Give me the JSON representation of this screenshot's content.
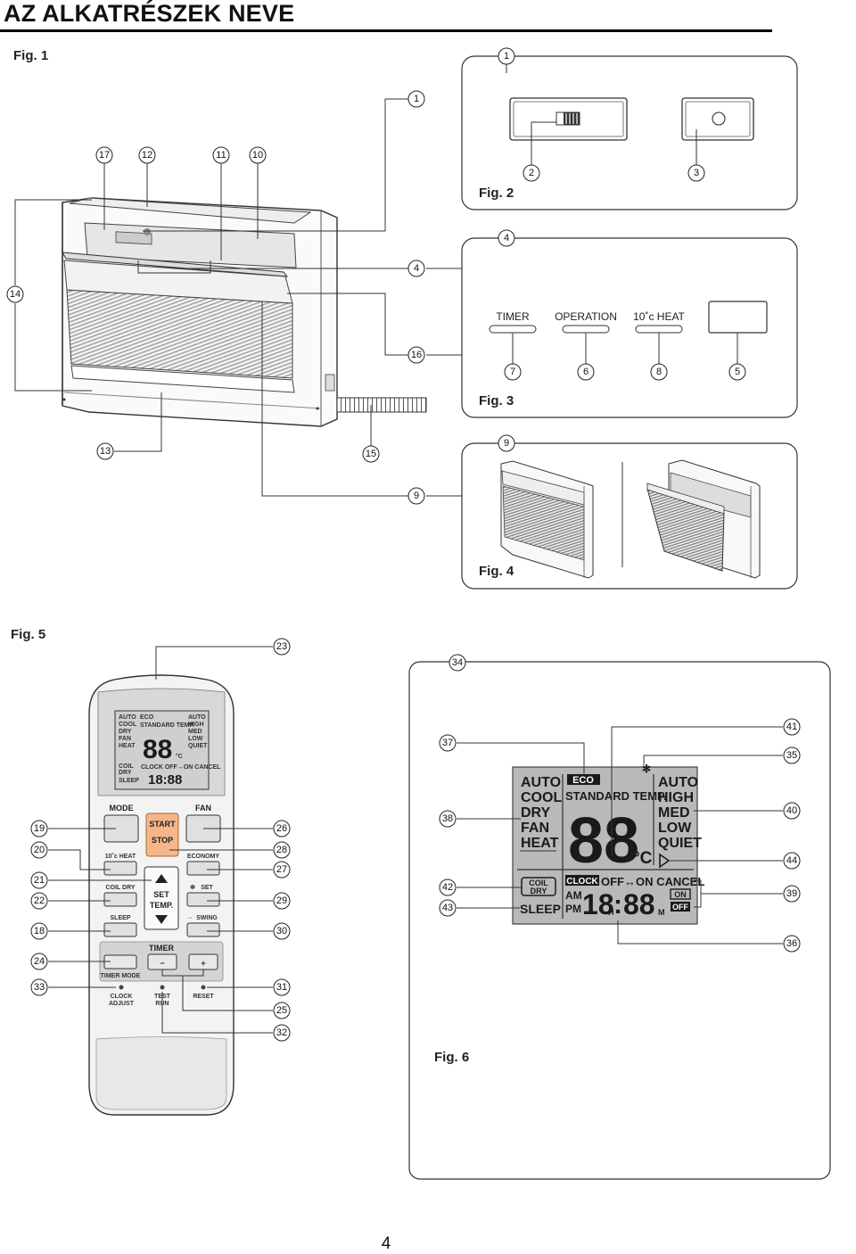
{
  "page": {
    "title": "AZ ALKATRÉSZEK NEVE",
    "number": "4"
  },
  "figures": {
    "fig1": "Fig. 1",
    "fig2": "Fig. 2",
    "fig3": "Fig. 3",
    "fig4": "Fig. 4",
    "fig5": "Fig. 5",
    "fig6": "Fig. 6"
  },
  "panel_buttons": {
    "timer": "TIMER",
    "operation": "OPERATION",
    "heat10": "10˚c HEAT"
  },
  "remote": {
    "buttons": {
      "mode": "MODE",
      "fan": "FAN",
      "start": "START",
      "stop": "STOP",
      "heat10": "10˚c HEAT",
      "economy": "ECONOMY",
      "coil_dry": "COIL DRY",
      "set": "SET",
      "set_temp_1": "SET",
      "set_temp_2": "TEMP.",
      "sleep": "SLEEP",
      "swing": "SWING",
      "timer": "TIMER",
      "timer_mode": "TIMER MODE",
      "minus": "−",
      "plus": "+",
      "clock_adjust_1": "CLOCK",
      "clock_adjust_2": "ADJUST",
      "test_run_1": "TEST",
      "test_run_2": "RUN",
      "reset": "RESET"
    }
  },
  "lcd": {
    "modes": [
      "AUTO",
      "COOL",
      "DRY",
      "FAN",
      "HEAT"
    ],
    "fan_speeds": [
      "AUTO",
      "HIGH",
      "MED",
      "LOW",
      "QUIET"
    ],
    "eco": "ECO",
    "standard_temp": "STANDARD TEMP.",
    "temp_digits": "88",
    "celsius": "°C",
    "coil_1": "COIL",
    "coil_2": "DRY",
    "sleep": "SLEEP",
    "clock": "CLOCK",
    "timer_text": "OFF↔ON CANCEL",
    "am": "AM",
    "pm": "PM",
    "hour_digits": "18",
    "hour_unit": "H",
    "colon": ":",
    "minute_digits": "88",
    "minute_unit": "M",
    "on": "ON",
    "off": "OFF"
  },
  "callouts": {
    "c1": "1",
    "c2": "2",
    "c3": "3",
    "c4": "4",
    "c5": "5",
    "c6": "6",
    "c7": "7",
    "c8": "8",
    "c9": "9",
    "c10": "10",
    "c11": "11",
    "c12": "12",
    "c13": "13",
    "c14": "14",
    "c15": "15",
    "c16": "16",
    "c17": "17",
    "c18": "18",
    "c19": "19",
    "c20": "20",
    "c21": "21",
    "c22": "22",
    "c23": "23",
    "c24": "24",
    "c25": "25",
    "c26": "26",
    "c27": "27",
    "c28": "28",
    "c29": "29",
    "c30": "30",
    "c31": "31",
    "c32": "32",
    "c33": "33",
    "c34": "34",
    "c35": "35",
    "c36": "36",
    "c37": "37",
    "c38": "38",
    "c39": "39",
    "c40": "40",
    "c41": "41",
    "c42": "42",
    "c43": "43",
    "c44": "44"
  }
}
